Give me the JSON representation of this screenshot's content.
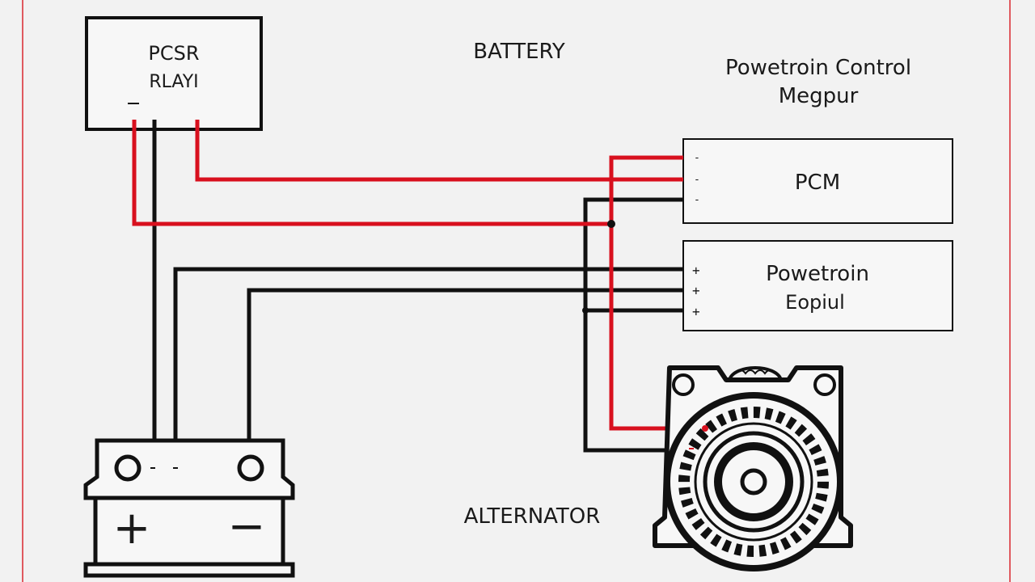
{
  "labels": {
    "relay_line1": "PCSR",
    "relay_line2": "RLAYI",
    "battery_title": "BATTERY",
    "pcm_title_line1": "Powetroin Control",
    "pcm_title_line2": "Megpur",
    "pcm_box": "PCM",
    "powertrain_line1": "Powetroin",
    "powertrain_line2": "Eopiul",
    "alternator_title": "ALTERNATOR",
    "battery_plus": "+",
    "battery_minus": "−"
  },
  "pins": {
    "pcm": [
      "-",
      "-",
      "-"
    ],
    "powertrain": [
      "+",
      "+",
      "+"
    ]
  },
  "colors": {
    "background": "#f2f2f2",
    "wire_black": "#111111",
    "wire_red": "#d8101e",
    "frame_red": "#e05a60"
  }
}
